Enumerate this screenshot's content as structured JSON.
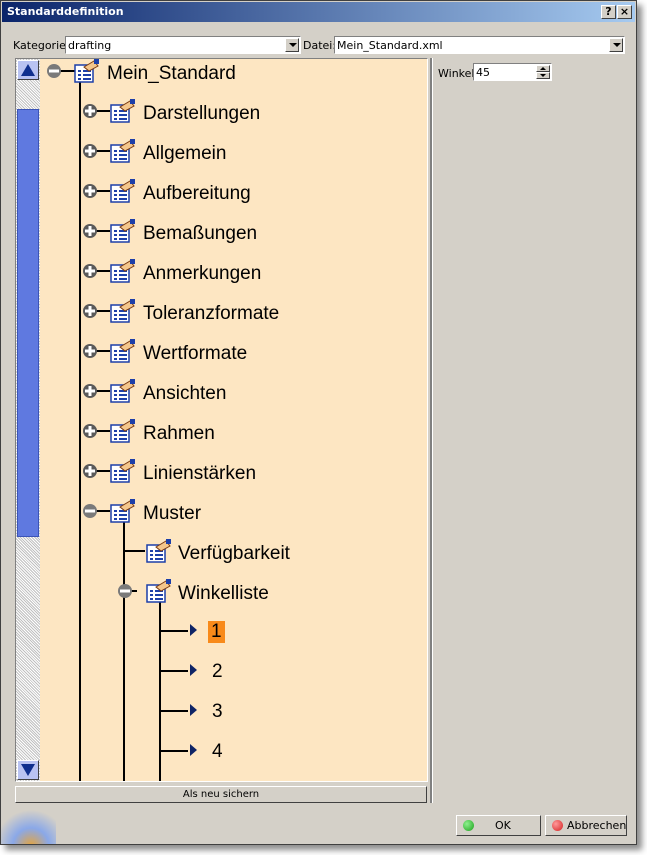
{
  "window": {
    "title": "Standarddefinition",
    "help_label": "?",
    "close_label": "×"
  },
  "kategorie": {
    "label": "Kategorie:",
    "value": "drafting"
  },
  "datei": {
    "label": "Datei:",
    "value": "Mein_Standard.xml"
  },
  "tree": {
    "root": "Mein_Standard",
    "items": [
      "Darstellungen",
      "Allgemein",
      "Aufbereitung",
      "Bemaßungen",
      "Anmerkungen",
      "Toleranzformate",
      "Wertformate",
      "Ansichten",
      "Rahmen",
      "Linienstärken",
      "Muster"
    ],
    "muster_children": [
      "Verfügbarkeit",
      "Winkelliste"
    ],
    "winkelliste_values": [
      "1",
      "2",
      "3",
      "4"
    ],
    "selected": "1"
  },
  "save_as_new_label": "Als neu sichern",
  "winkel": {
    "label": "Winkel",
    "value": "45"
  },
  "buttons": {
    "ok_label": "OK",
    "cancel_label": "Abbrechen"
  },
  "colors": {
    "tree_background": "#fde6c2",
    "selection": "#f88a1a",
    "title_gradient_start": "#0a246a",
    "ok_dot": "#1aa01a",
    "cancel_dot": "#d42020"
  }
}
